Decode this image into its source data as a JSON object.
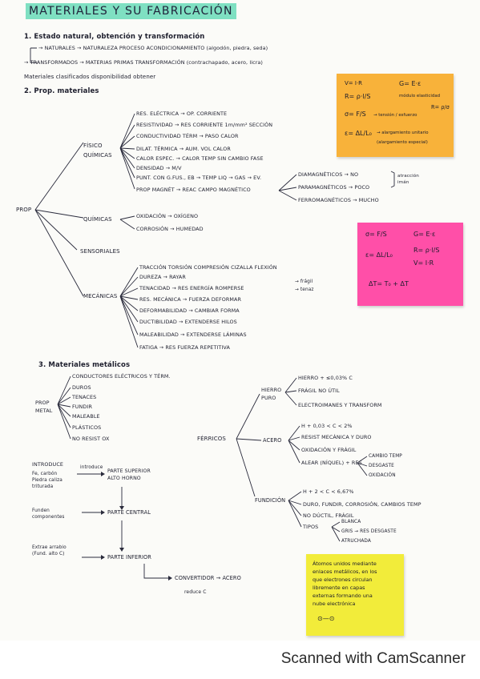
{
  "title": "MATERIALES Y SU FABRICACIÓN",
  "s1": {
    "heading": "1. Estado natural, obtención y transformación",
    "l1": "→ NATURALES → NATURALEZA PROCESO ACONDICIONAMIENTO (algodón, piedra, seda)",
    "l2": "→ TRANSFORMADOS → MATERIAS PRIMAS TRANSFORMACIÓN (contrachapado, acero, licra)",
    "l3": "Materiales clasificados disponibilidad obtener"
  },
  "s2": {
    "heading": "2. Prop. materiales",
    "root": "PROP",
    "fisico": "FÍSICO QUÍMICAS",
    "fis": [
      "RES. ELÉCTRICA → OP. CORRIENTE",
      "RESISTIVIDAD → RES CORRIENTE 1m/mm² SECCIÓN",
      "CONDUCTIVIDAD TÉRM → PASO CALOR",
      "DILAT. TÉRMICA → AUM. VOL CALOR",
      "CALOR ESPEC. → CALOR TEMP SIN CAMBIO FASE",
      "DENSIDAD → M/V",
      "PUNT. CON G.FUS., EB → TEMP LIQ → GAS → EV.",
      "PROP MAGNÉT → REAC CAMPO MAGNÉTICO"
    ],
    "mag": [
      "DIAMAGNÉTICOS → NO",
      "PARAMAGNÉTICOS → POCO",
      "FERROMAGNÉTICOS → MUCHO"
    ],
    "atraccion": "atracción imán",
    "quimicas": "QUÍMICAS",
    "quim": [
      "OXIDACIÓN → OXÍGENO",
      "CORROSIÓN → HUMEDAD"
    ],
    "sensoriales": "SENSORIALES",
    "mecanicas": "MECÁNICAS",
    "mec": [
      "TRACCIÓN TORSIÓN COMPRESIÓN CIZALLA FLEXIÓN",
      "DUREZA → RAYAR",
      "TENACIDAD → RES ENERGÍA ROMPERSE",
      "RES. MECÁNICA → FUERZA DEFORMAR",
      "DEFORMABILIDAD → CAMBIAR FORMA",
      "DUCTIBILIDAD → EXTENDERSE HILOS",
      "MALEABILIDAD → EXTENDERSE LÁMINAS",
      "FATIGA → RES FUERZA REPETITIVA"
    ],
    "fragil": "→ frágil",
    "tenaz": "→ tenaz"
  },
  "s3": {
    "heading": "3. Materiales metálicos",
    "prop": "PROP METAL",
    "props": [
      "CONDUCTORES ELÉCTRICOS Y TÉRM.",
      "DUROS",
      "TENACES",
      "FUNDIR",
      "MALEABLE",
      "PLÁSTICOS",
      "NO RESIST OX"
    ],
    "ferrosos": "FÉRRICOS",
    "hierro": "HIERRO PURO",
    "hierro_items": [
      "HIERRO + ≤0,03% C",
      "FRÁGIL NO ÚTIL",
      "ELECTROIMANES Y TRANSFORM"
    ],
    "acero": "ACERO",
    "acero_items": [
      "H + 0,03 < C < 2%",
      "RESIST MECÁNICA Y DURO",
      "OXIDACIÓN Y FRÁGIL",
      "ALEAR (NÍQUEL) + RES"
    ],
    "res_items": [
      "CAMBIO TEMP",
      "DESGASTE",
      "OXIDACIÓN"
    ],
    "fundicion": "FUNDICIÓN",
    "fund_items": [
      "H + 2 < C < 6,67%",
      "DURO, FUNDIR, CORROSIÓN, CAMBIOS TEMP",
      "NO DÚCTIL, FRÁGIL",
      "TIPOS"
    ],
    "tipos": [
      "BLANCA",
      "GRIS → RES DESGASTE",
      "ATRUCHADA"
    ],
    "proc": {
      "introduce": "INTRODUCE",
      "intro_note": "Fe, carbón Piedra caliza triturada",
      "intro_mid": "introduce",
      "parte_sup": "PARTE SUPERIOR ALTO HORNO",
      "funden": "Funden componentes",
      "parte_central": "PARTE CENTRAL",
      "extrae": "Extrae arrabio (Fund. alto C)",
      "parte_inferior": "PARTE INFERIOR",
      "convertidor": "CONVERTIDOR → ACERO",
      "reduce": "reduce C"
    }
  },
  "note_orange": {
    "l1": "V= I·R",
    "l2": "G= E·ε",
    "l3": "R= ρ·l/S",
    "l4": "módulo elasticidad",
    "l5": "σ= F/S",
    "l6": "→ tensión / esfuerzo",
    "l7": "ε= ΔL/L₀",
    "l8": "→ alargamiento unitario",
    "l9": "(alargamiento especial)",
    "l10": "R= ρ/σ"
  },
  "note_pink": {
    "l1": "σ= F/S",
    "l2": "G= E·ε",
    "l3": "R= ρ·l/S",
    "l4": "ε= ΔL/L₀",
    "l5": "V= I·R",
    "l6": "ΔT= T₀ + ΔT"
  },
  "note_yellow": {
    "text": "Átomos unidos mediante enlaces metálicos, en los que electrones circulan libremente en capas externas formando una nube electrónica",
    "l1": "Átomos unidos mediante",
    "l2": "enlaces metálicos, en los",
    "l3": "que electrones circulan",
    "l4": "libremente en capas",
    "l5": "externas formando una",
    "l6": "nube electrónica",
    "face": "⊙—⊙"
  },
  "colors": {
    "orange_note": "#f8b23a",
    "pink_note": "#ff4fa8",
    "yellow_note": "#f2ec3a",
    "title_highlight": "#7fe0c2"
  },
  "footer": "Scanned with CamScanner"
}
